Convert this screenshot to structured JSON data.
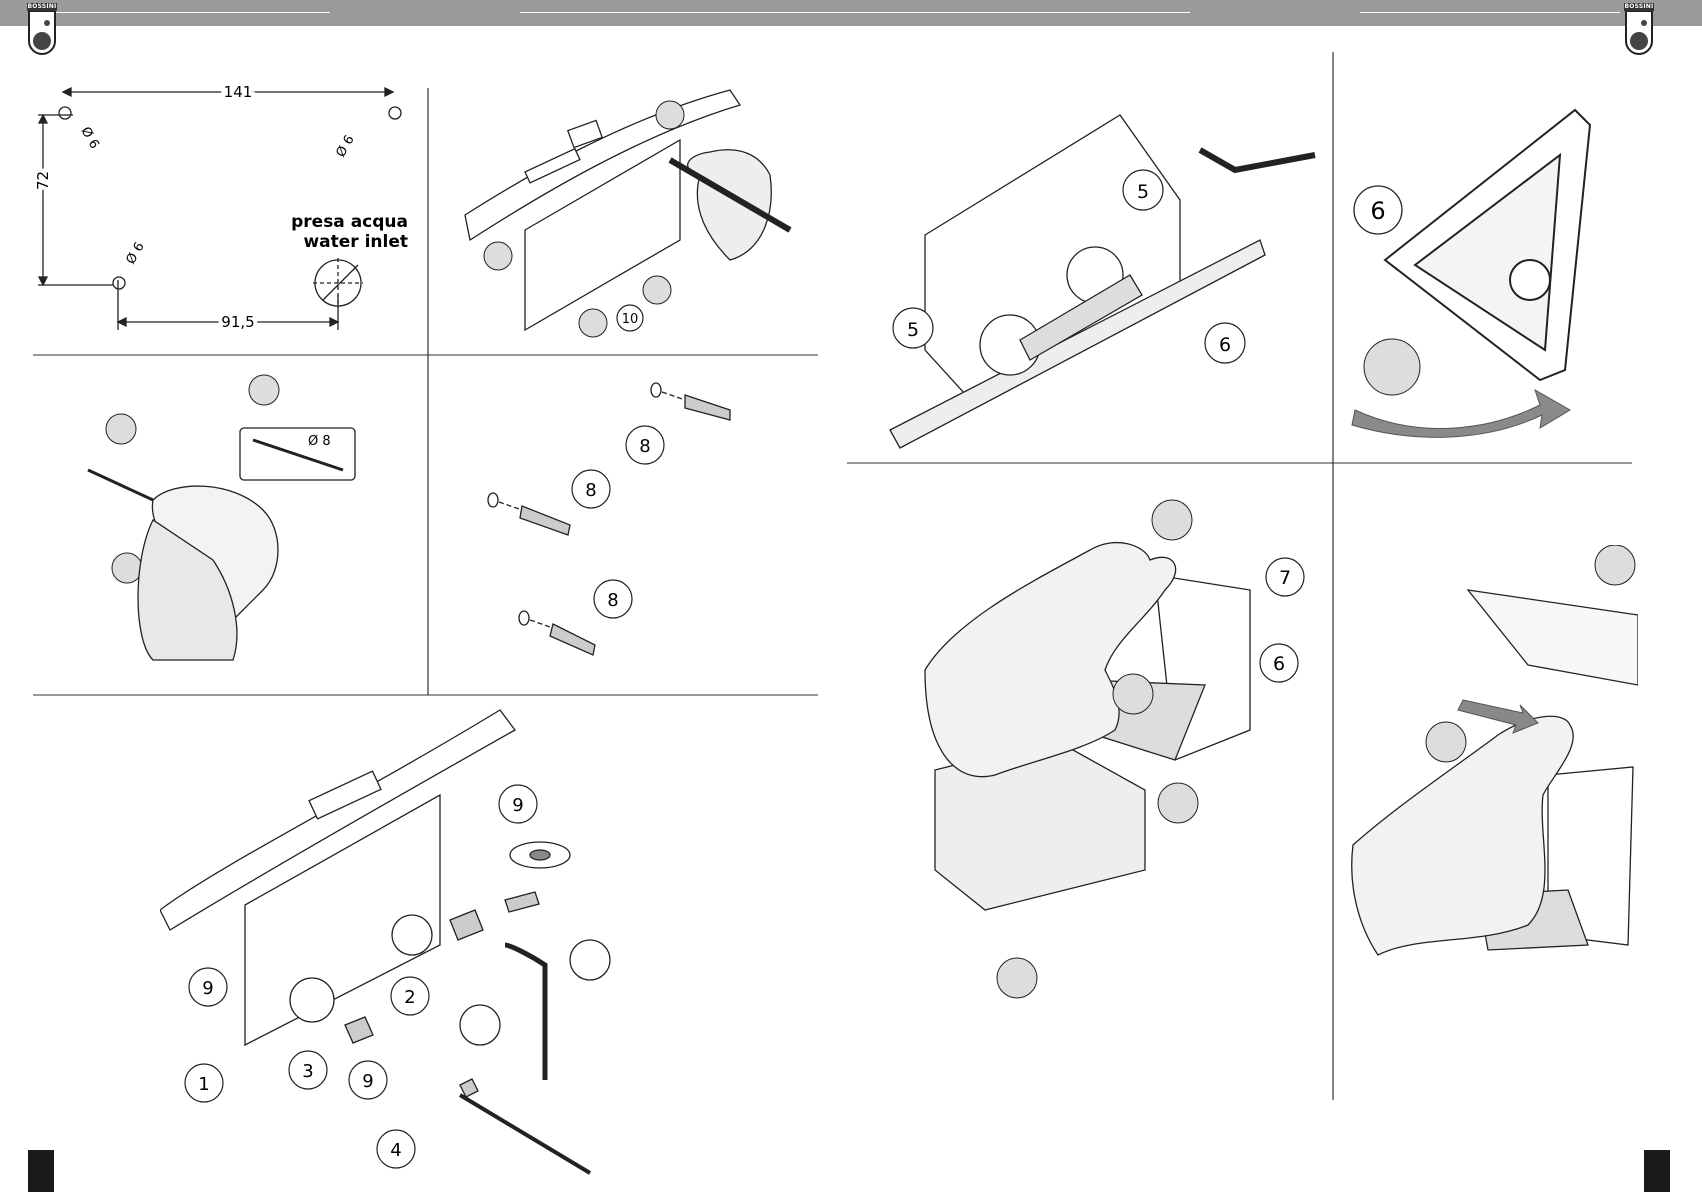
{
  "header": {
    "brand": "BOSSINI"
  },
  "panel_dimensions": {
    "width_label": "141",
    "height_label": "72",
    "offset_label": "91,5",
    "hole_labels": [
      "Ø 6",
      "Ø 6",
      "Ø 6"
    ],
    "inlet_label_it": "presa acqua",
    "inlet_label_en": "water inlet"
  },
  "panel_marking": {
    "callouts": [
      "10"
    ]
  },
  "panel_drilling": {
    "bit_label": "Ø 8"
  },
  "panel_anchors": {
    "callouts": [
      "8",
      "8",
      "8"
    ]
  },
  "panel_assembly": {
    "callouts": [
      "9",
      "9",
      "9",
      "2",
      "1",
      "3",
      "4"
    ]
  },
  "panel_screws": {
    "callouts": [
      "5",
      "5",
      "6"
    ]
  },
  "panel_rotate": {
    "callouts": [
      "6"
    ]
  },
  "panel_cover": {
    "callouts": [
      "7",
      "6"
    ]
  }
}
